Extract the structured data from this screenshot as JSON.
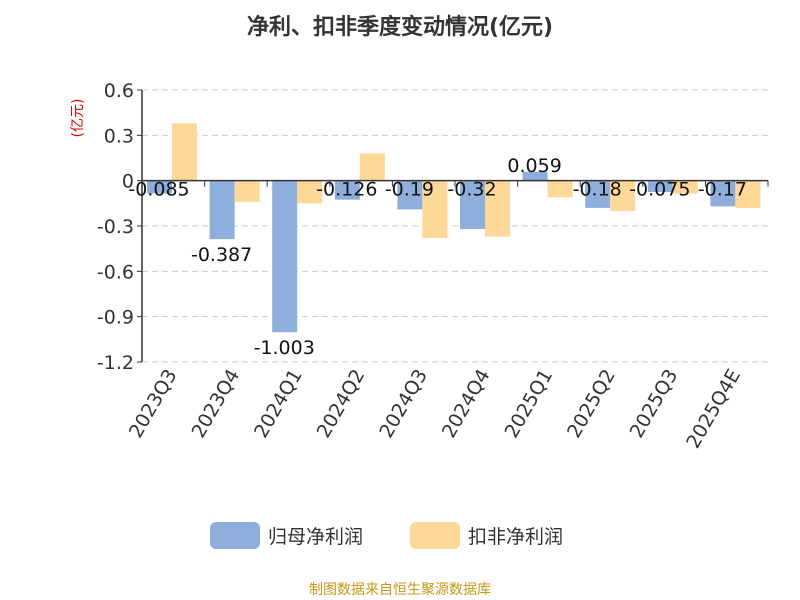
{
  "chart_data": {
    "type": "bar",
    "title": "净利、扣非季度变动情况(亿元)",
    "ylabel": "(亿元)",
    "xlabel": "",
    "ylim": [
      -1.2,
      0.6
    ],
    "yticks": [
      0.6,
      0.3,
      0,
      -0.3,
      -0.6,
      -0.9,
      -1.2
    ],
    "ytick_labels": [
      "0.6",
      "0.3",
      "0",
      "-0.3",
      "-0.6",
      "-0.9",
      "-1.2"
    ],
    "grid": true,
    "legend_position": "bottom",
    "categories": [
      "2023Q3",
      "2023Q4",
      "2024Q1",
      "2024Q2",
      "2024Q3",
      "2024Q4",
      "2025Q1",
      "2025Q2",
      "2025Q3",
      "2025Q4E"
    ],
    "series": [
      {
        "name": "归母净利润",
        "color": "#8eaedc",
        "values": [
          -0.085,
          -0.387,
          -1.003,
          -0.126,
          -0.19,
          -0.32,
          0.059,
          -0.18,
          -0.075,
          -0.17
        ],
        "labels": [
          "-0.085",
          "-0.387",
          "-1.003",
          "-0.126",
          "-0.19",
          "-0.32",
          "0.059",
          "-0.18",
          "-0.075",
          "-0.17"
        ]
      },
      {
        "name": "扣非净利润",
        "color": "#fdd897",
        "values": [
          0.38,
          -0.14,
          -0.15,
          0.18,
          -0.38,
          -0.37,
          -0.11,
          -0.2,
          -0.085,
          -0.18
        ]
      }
    ]
  },
  "footer": "制图数据来自恒生聚源数据库"
}
